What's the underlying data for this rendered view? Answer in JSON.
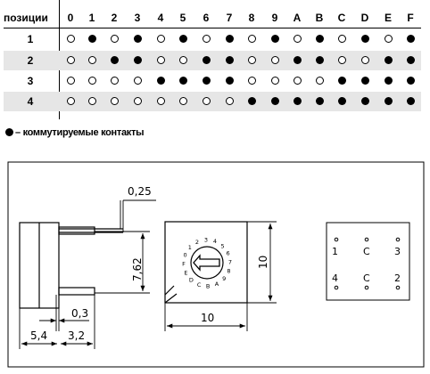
{
  "table": {
    "header_label": "позиции",
    "columns": [
      "0",
      "1",
      "2",
      "3",
      "4",
      "5",
      "6",
      "7",
      "8",
      "9",
      "A",
      "B",
      "C",
      "D",
      "E",
      "F"
    ],
    "rows": [
      {
        "pos": "1",
        "states": [
          0,
          1,
          0,
          1,
          0,
          1,
          0,
          1,
          0,
          1,
          0,
          1,
          0,
          1,
          0,
          1
        ]
      },
      {
        "pos": "2",
        "states": [
          0,
          0,
          1,
          1,
          0,
          0,
          1,
          1,
          0,
          0,
          1,
          1,
          0,
          0,
          1,
          1
        ]
      },
      {
        "pos": "3",
        "states": [
          0,
          0,
          0,
          0,
          1,
          1,
          1,
          1,
          0,
          0,
          0,
          0,
          1,
          1,
          1,
          1
        ]
      },
      {
        "pos": "4",
        "states": [
          0,
          0,
          0,
          0,
          0,
          0,
          0,
          0,
          1,
          1,
          1,
          1,
          1,
          1,
          1,
          1
        ]
      }
    ]
  },
  "legend": {
    "text": "– коммутируемые контакты"
  },
  "drawing": {
    "dim_top": "0,25",
    "dim_height": "7,62",
    "dim_gap": "0,3",
    "dim_left": "5,4",
    "dim_right": "3,2",
    "dim_width": "10",
    "dim_side": "10",
    "dial_digits": [
      "0",
      "1",
      "2",
      "3",
      "4",
      "5",
      "6",
      "7",
      "8",
      "9",
      "A",
      "B",
      "C",
      "D",
      "E",
      "F"
    ],
    "pins": {
      "p1": "1",
      "c_top": "C",
      "p3": "3",
      "p4": "4",
      "c_bottom": "C",
      "p2": "2"
    }
  }
}
